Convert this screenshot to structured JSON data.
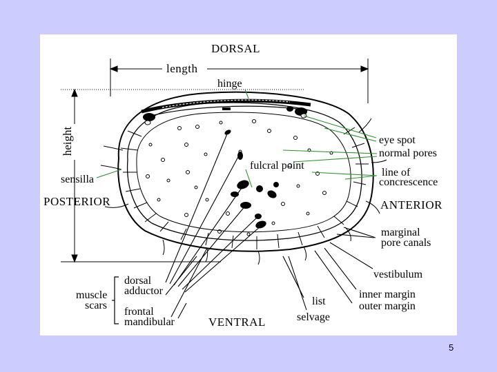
{
  "labels": {
    "dorsal": "DORSAL",
    "ventral": "VENTRAL",
    "posterior": "POSTERIOR",
    "anterior": "ANTERIOR",
    "length": "length",
    "height": "height",
    "hinge": "hinge",
    "eye_spot": "eye spot",
    "normal_pores": "normal pores",
    "fulcral_point": "fulcral point",
    "line_of": "line of",
    "concrescence": "concrescence",
    "sensilla": "sensilla",
    "marginal": "marginal",
    "pore_canals": "pore canals",
    "vestibulum": "vestibulum",
    "inner_margin": "inner margin",
    "outer_margin": "outer margin",
    "list": "list",
    "selvage": "selvage",
    "muscle": "muscle",
    "scars": "scars",
    "dorsal_lower": "dorsal",
    "adductor": "adductor",
    "frontal": "frontal",
    "mandibular": "mandibular"
  },
  "page_number": "5",
  "colors": {
    "background": "#ccccff",
    "panel": "#ffffff",
    "leader_green": "#2f8f2f",
    "outline": "#000000"
  }
}
